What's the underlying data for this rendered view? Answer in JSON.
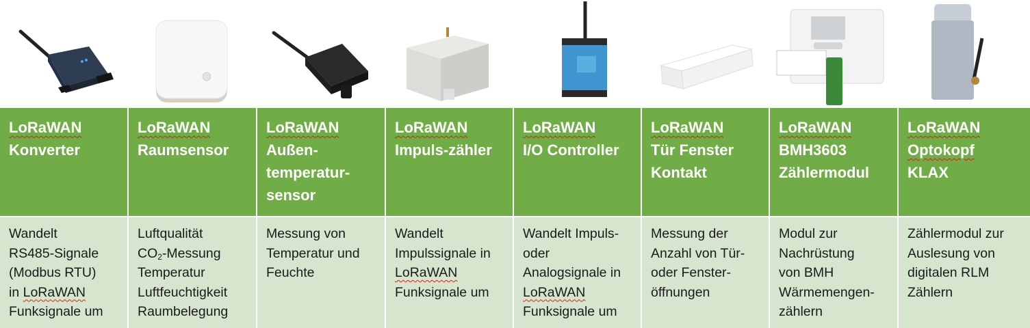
{
  "products": [
    {
      "icon": "gateway-converter-icon",
      "title_lines": [
        "LoRaWAN",
        "Konverter"
      ],
      "desc_lines": [
        "Wandelt",
        "RS485-Signale",
        "(Modbus RTU)",
        "in LoRaWAN",
        "Funksignale um"
      ]
    },
    {
      "icon": "room-sensor-icon",
      "title_lines": [
        "LoRaWAN",
        "Raumsensor"
      ],
      "desc_lines": [
        "Luftqualität",
        "CO",
        "-Messung",
        "Temperatur",
        "Luftfeuchtigkeit",
        "Raumbelegung"
      ],
      "desc_sub": "2"
    },
    {
      "icon": "outdoor-sensor-icon",
      "title_lines": [
        "LoRaWAN",
        "Außen-",
        "temperatur-",
        "sensor"
      ],
      "desc_lines": [
        "Messung von",
        "Temperatur und",
        "Feuchte"
      ]
    },
    {
      "icon": "pulse-counter-icon",
      "title_lines": [
        "LoRaWAN",
        "Impuls-zähler"
      ],
      "desc_lines": [
        "Wandelt",
        "Impulssignale in",
        "LoRaWAN",
        "Funksignale um"
      ]
    },
    {
      "icon": "io-controller-icon",
      "title_lines": [
        "LoRaWAN",
        "I/O Controller"
      ],
      "desc_lines": [
        "Wandelt Impuls-",
        "oder",
        "Analogsignale in",
        "LoRaWAN",
        "Funksignale um"
      ]
    },
    {
      "icon": "door-window-contact-icon",
      "title_lines": [
        "LoRaWAN",
        "Tür Fenster",
        "Kontakt"
      ],
      "desc_lines": [
        "Messung der",
        "Anzahl von Tür-",
        "oder Fenster-",
        "öffnungen"
      ]
    },
    {
      "icon": "meter-module-icon",
      "title_lines": [
        "LoRaWAN",
        "BMH3603",
        "Zählermodul"
      ],
      "desc_lines": [
        "Modul zur",
        "Nachrüstung",
        "von BMH",
        "Wärmemengen-",
        "zählern"
      ]
    },
    {
      "icon": "optical-head-icon",
      "title_lines": [
        "LoRaWAN",
        "Optokopf",
        "KLAX"
      ],
      "desc_lines": [
        "Zählermodul zur",
        "Auslesung von",
        "digitalen RLM",
        "Zählern"
      ]
    }
  ],
  "colors": {
    "header_green": "#70ad47",
    "desc_green": "#d6e5cd",
    "spellcheck_red": "#d02020"
  }
}
